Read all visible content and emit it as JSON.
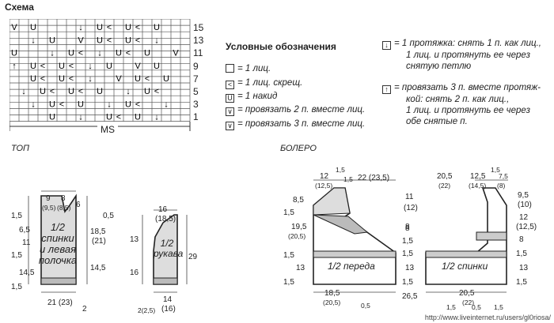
{
  "scheme_title": "Схема",
  "row_numbers": [
    "15",
    "13",
    "11",
    "9",
    "7",
    "5",
    "3",
    "1"
  ],
  "repeat_label": "MS",
  "legend": {
    "title": "Условные обозначения",
    "items": [
      {
        "icon": "empty-square-icon",
        "text": "= 1 лиц."
      },
      {
        "icon": "left-slant-icon",
        "text": "= 1 лиц. скрещ."
      },
      {
        "icon": "u-yarnover-icon",
        "text": "= 1 накид"
      },
      {
        "icon": "k2tog-icon",
        "text": "= провязать 2 п. вместе лиц."
      },
      {
        "icon": "k3tog-icon",
        "text": "= провязать 3 п. вместе лиц."
      }
    ],
    "right_items": [
      {
        "icon": "down-arrow-icon",
        "lines": [
          "= 1 протяжка: снять 1 п. как лиц.,",
          "1 лиц. и протянуть ее через",
          "снятую петлю"
        ]
      },
      {
        "icon": "up-arrow-icon",
        "lines": [
          "= провязать 3 п. вместе протяж-",
          "кой: снять 2 п. как лиц.,",
          "1 лиц. и протянуть ее через",
          "обе снятые п."
        ]
      }
    ]
  },
  "top": {
    "title": "ТОП",
    "body_label": [
      "1/2",
      "спинки",
      "и левая",
      "полочка"
    ],
    "sleeve_label": [
      "1/2",
      "рукава"
    ],
    "dims": {
      "d9": "9",
      "d9s": "(9,5)",
      "d8": "8",
      "d8s": "(8,5)",
      "d6": "6",
      "d05": "0,5",
      "d15a": "1,5",
      "d65": "6,5",
      "d11": "11",
      "d15b": "1,5",
      "d185a": "18,5",
      "d21a": "(21)",
      "d145a": "14,5",
      "d145b": "14,5",
      "d15c": "1,5",
      "d21b": "21 (23)",
      "d2a": "2",
      "d16a": "16",
      "d185b": "(18,5)",
      "d13": "13",
      "d29": "29",
      "d16b": "16",
      "d225": "2(2,5)",
      "d14": "14",
      "d16c": "(16)"
    }
  },
  "bolero": {
    "title": "БОЛЕРО",
    "front_label": "1/2 переда",
    "back_label": "1/2 спинки",
    "dims": {
      "f15top": "1,5",
      "f12": "12",
      "f125": "(12,5)",
      "f15": "1,5",
      "f22": "22 (23,5)",
      "f85": "8,5",
      "f15b": "1,5",
      "f195": "19,5",
      "f205a": "(20,5)",
      "f15c": "1,5",
      "f13": "13",
      "f15d": "1,5",
      "f11": "11",
      "f12b": "(12)",
      "f8a": "8",
      "f15e": "1,5",
      "f8b": "8",
      "f15f": "1,5",
      "f13b": "13",
      "f15g": "1,5",
      "f185": "18,5",
      "f205b": "(20,5)",
      "f05": "0,5",
      "f265": "26,5",
      "b205": "20,5",
      "b22": "(22)",
      "b125": "12,5",
      "b145": "(14,5)",
      "b15": "1,5",
      "b75": "7,5",
      "b8": "(8)",
      "b95": "9,5",
      "b10": "(10)",
      "b12": "12",
      "b125b": "(12,5)",
      "b8b": "8",
      "b15b": "1,5",
      "b13": "13",
      "b15c": "1,5",
      "b205b": "20,5",
      "b22b": "(22)",
      "b15d": "1,5",
      "b05": "0,5",
      "b15e": "1,5"
    }
  },
  "watermark": "http://www.liveinternet.ru/users/gl0riosa/"
}
